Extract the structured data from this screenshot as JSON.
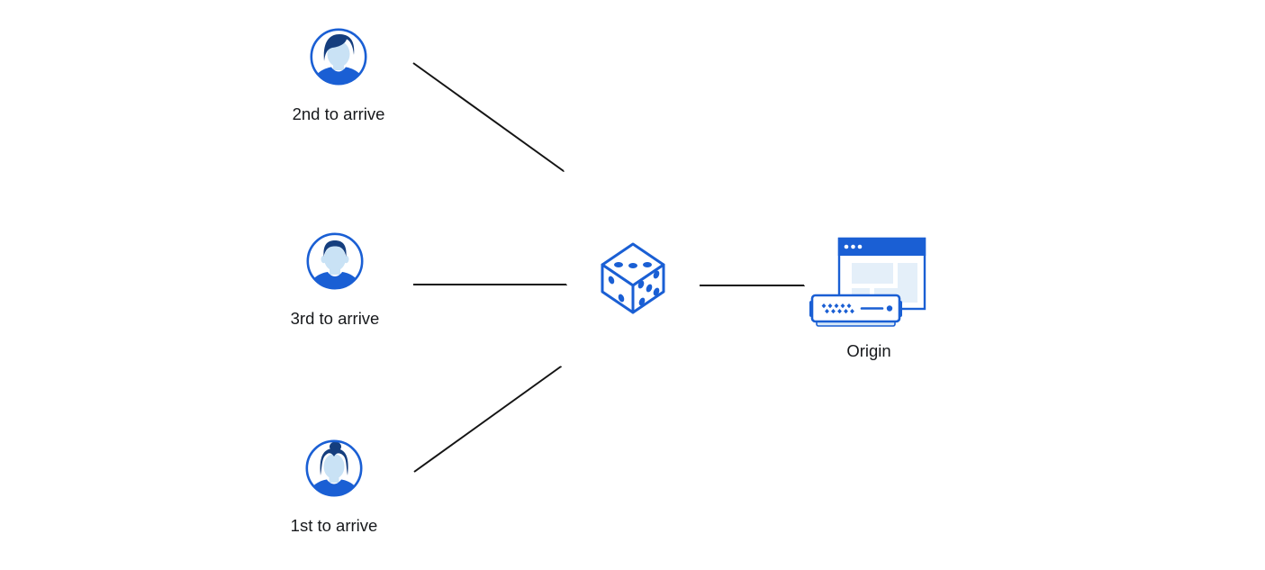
{
  "diagram": {
    "description": "Three visitors' requests pass through a random-selection dice to an origin server",
    "visitors": [
      {
        "id": "second",
        "label": "2nd to arrive",
        "icon": "person-avatar-icon"
      },
      {
        "id": "third",
        "label": "3rd to arrive",
        "icon": "person-avatar-icon"
      },
      {
        "id": "first",
        "label": "1st to arrive",
        "icon": "person-avatar-icon"
      }
    ],
    "selector": {
      "icon": "dice-icon"
    },
    "origin": {
      "label": "Origin",
      "icon": "origin-browser-server-icon"
    },
    "arrows": {
      "count": 4,
      "style": "straight black line with open chevron head"
    },
    "colors": {
      "primary_blue": "#1A5FD4",
      "dark_navy": "#153E7E",
      "light_face": "#C9E2F5",
      "panel_light": "#E4EFF9",
      "base_light": "#D7E8F7",
      "arrow_black": "#141414",
      "text_color": "#17191C",
      "background": "#FFFFFF"
    }
  }
}
